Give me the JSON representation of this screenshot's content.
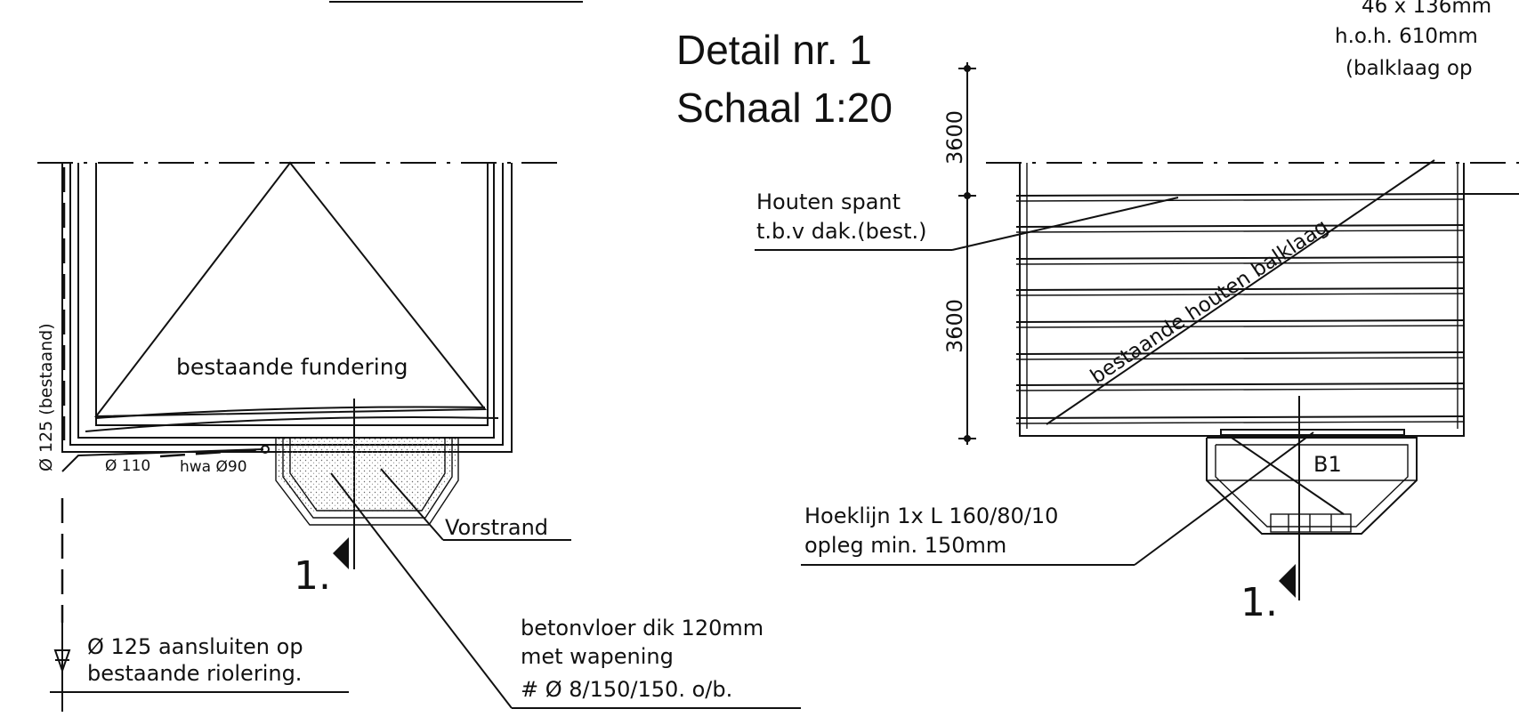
{
  "title": {
    "detail": "Detail nr. 1",
    "scale": "Schaal 1:20"
  },
  "top_right_note": {
    "line1": "46  x  136mm",
    "line2": "h.o.h.  610mm",
    "line3": "(balklaag  op"
  },
  "left_detail": {
    "pipe_vertical": "Ø 125 (bestaand)",
    "pipe_110": "Ø 110",
    "pipe_hwa": "hwa Ø90",
    "foundation": "bestaande fundering",
    "vorstrand": "Vorstrand",
    "section_mark": "1.",
    "connect_note_1": "Ø 125 aansluiten op",
    "connect_note_2": "bestaande riolering.",
    "floor_note_1": "betonvloer dik 120mm",
    "floor_note_2": "met wapening",
    "floor_note_3": "#  Ø  8/150/150.  o/b."
  },
  "right_detail": {
    "dim_upper": "3600",
    "dim_lower": "3600",
    "spant_1": "Houten spant",
    "spant_2": "t.b.v dak.(best.)",
    "balklaag": "bestaande houten balklaag",
    "beam_label": "B1",
    "hoeklijn_1": "Hoeklijn 1x  L 160/80/10",
    "hoeklijn_2": "opleg min. 150mm",
    "section_mark": "1."
  }
}
